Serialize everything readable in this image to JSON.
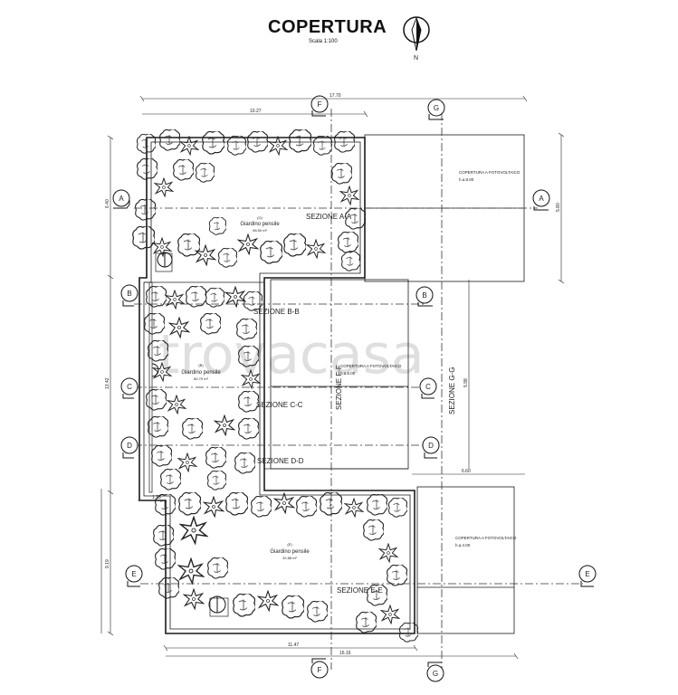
{
  "header": {
    "title": "COPERTURA",
    "scale": "Scala 1:100",
    "north_label": "N"
  },
  "dimensions": {
    "top_total": "17.70",
    "top_partial": "10.27",
    "bottom_total": "16.16",
    "bottom_partial": "11.47",
    "left_top": "6.40",
    "left_mid": "13.42",
    "left_bottom": "9.19",
    "right_top": "5.80",
    "right_mid": "5.98",
    "step_mid": "6.60",
    "step_small": "1.73"
  },
  "section_markers": [
    "A",
    "B",
    "C",
    "D",
    "E",
    "F",
    "G"
  ],
  "section_labels": {
    "a": "SEZIONE A-A",
    "b": "SEZIONE B-B",
    "c": "SEZIONE C-C",
    "d": "SEZIONE D-D",
    "e": "SEZIONE E-E",
    "f": "SEZIONE F-F",
    "g": "SEZIONE G-G"
  },
  "gardens": [
    {
      "name": "Giardino pensile",
      "code": "(G)",
      "area": "98.50 m²"
    },
    {
      "name": "Giardino pensile",
      "code": "(B)",
      "area": "80.70 m²"
    },
    {
      "name": "Giardino pensile",
      "code": "(E)",
      "area": "32.88 m²"
    }
  ],
  "pv_roofs": [
    {
      "name": "COPERTURA A FOTOVOLTAICO",
      "height": "h.a.9.00"
    },
    {
      "name": "COPERTURA A FOTOVOLTAICO",
      "height": "h.a.6.00"
    },
    {
      "name": "COPERTURA A FOTOVOLTAICO",
      "height": "h.a.4.00"
    }
  ],
  "watermark": "trovacasa",
  "colors": {
    "line": "#1a1a1a",
    "dash": "#333333",
    "watermark": "#d4d4d4"
  }
}
